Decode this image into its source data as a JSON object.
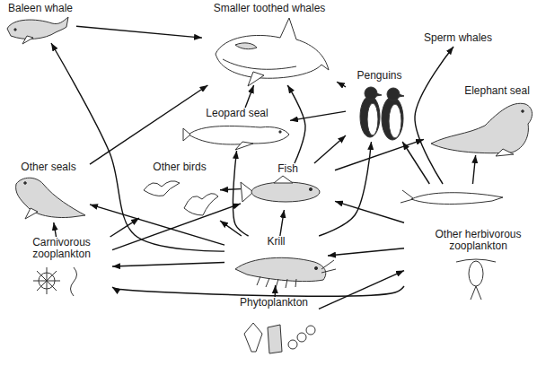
{
  "diagram": {
    "nodes": [
      {
        "text": [
          "Baleen whale"
        ]
      },
      {
        "text": [
          "Smaller toothed whales"
        ]
      },
      {
        "text": [
          "Sperm whales"
        ]
      },
      {
        "text": [
          "Penguins"
        ]
      },
      {
        "text": [
          "Elephant seal"
        ]
      },
      {
        "text": [
          "Leopard seal"
        ]
      },
      {
        "text": [
          "Other seals"
        ]
      },
      {
        "text": [
          "Other birds"
        ]
      },
      {
        "text": [
          "Fish"
        ]
      },
      {
        "text": [
          "Carnivorous zooplankton"
        ]
      },
      {
        "text": [
          "Krill"
        ]
      },
      {
        "text": [
          "Other herbivorous zooplankton"
        ]
      },
      {
        "text": [
          "Phytoplankton"
        ]
      }
    ],
    "edges": [
      {
        "from": 10,
        "to": 0,
        "arrow": "to"
      },
      {
        "from": 0,
        "to": 1,
        "arrow": "to"
      },
      {
        "from": 6,
        "to": 1,
        "arrow": "to"
      },
      {
        "from": 5,
        "to": 1,
        "arrow": "to"
      },
      {
        "from": 3,
        "to": 1,
        "arrow": "to"
      },
      {
        "from": 8,
        "to": 1,
        "arrow": "to"
      },
      {
        "from": 11,
        "to": 2,
        "arrow": "to"
      },
      {
        "from": 3,
        "to": 5,
        "arrow": "to"
      },
      {
        "from": 10,
        "to": 5,
        "arrow": "to"
      },
      {
        "from": 8,
        "to": 7,
        "arrow": "to"
      },
      {
        "from": 10,
        "to": 7,
        "arrow": "to"
      },
      {
        "from": 10,
        "to": 6,
        "arrow": "to"
      },
      {
        "from": 9,
        "to": 6,
        "arrow": "to"
      },
      {
        "from": 9,
        "to": 7,
        "arrow": "to"
      },
      {
        "from": 9,
        "to": 8,
        "arrow": "to"
      },
      {
        "from": 10,
        "to": 9,
        "arrow": "to"
      },
      {
        "from": 11,
        "to": 9,
        "arrow": "to"
      },
      {
        "from": 12,
        "to": 10,
        "arrow": "to"
      },
      {
        "from": 12,
        "to": 11,
        "arrow": "to"
      },
      {
        "from": 10,
        "to": 8,
        "arrow": "to"
      },
      {
        "from": 10,
        "to": 3,
        "arrow": "to"
      },
      {
        "from": 8,
        "to": 3,
        "arrow": "to"
      },
      {
        "from": 8,
        "to": 4,
        "arrow": "to"
      },
      {
        "from": 11,
        "to": 8,
        "arrow": "to"
      },
      {
        "from": 11,
        "to": 3,
        "arrow": "to"
      },
      {
        "from": 11,
        "to": 4,
        "arrow": "to"
      },
      {
        "from": 11,
        "to": 10,
        "arrow": "to"
      }
    ]
  }
}
